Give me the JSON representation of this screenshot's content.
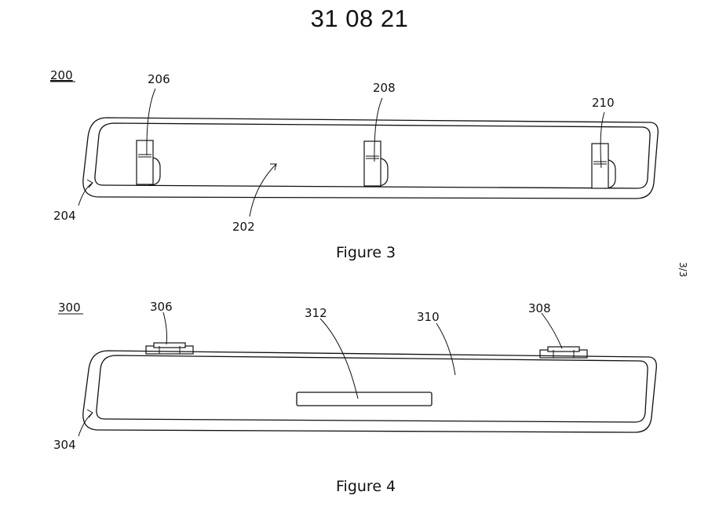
{
  "header": {
    "date": "31 08 21"
  },
  "sheet_number": "3/3",
  "figure3": {
    "caption": "Figure 3",
    "label_200": "200",
    "label_202": "202",
    "label_204": "204",
    "label_206": "206",
    "label_208": "208",
    "label_210": "210"
  },
  "figure4": {
    "caption": "Figure 4",
    "label_300": "300",
    "label_304": "304",
    "label_306": "306",
    "label_308": "308",
    "label_310": "310",
    "label_312": "312"
  }
}
